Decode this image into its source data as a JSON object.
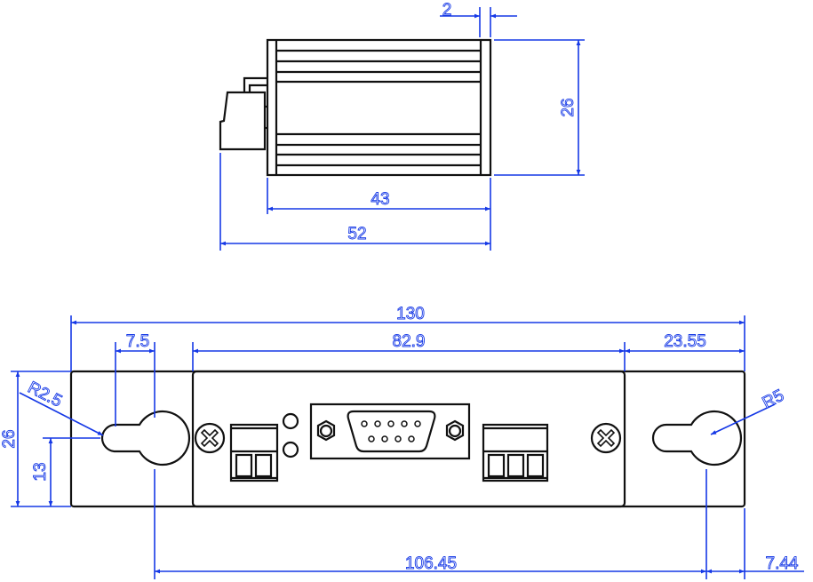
{
  "title": "Device mechanical dimension drawing",
  "colors": {
    "outline": "#111111",
    "dimension": "#1538e6"
  },
  "side_view": {
    "end_cap_width": "2",
    "height": "26",
    "body_length": "43",
    "total_length": "52"
  },
  "front_view": {
    "total_width": "130",
    "hole_offset": "7.5",
    "panel_width": "82.9",
    "right_margin": "23.55",
    "height": "26",
    "hole_height": "13",
    "small_radius": "R2.5",
    "large_radius": "R5",
    "hole_spacing": "106.45",
    "right_hole_offset": "7.44"
  }
}
